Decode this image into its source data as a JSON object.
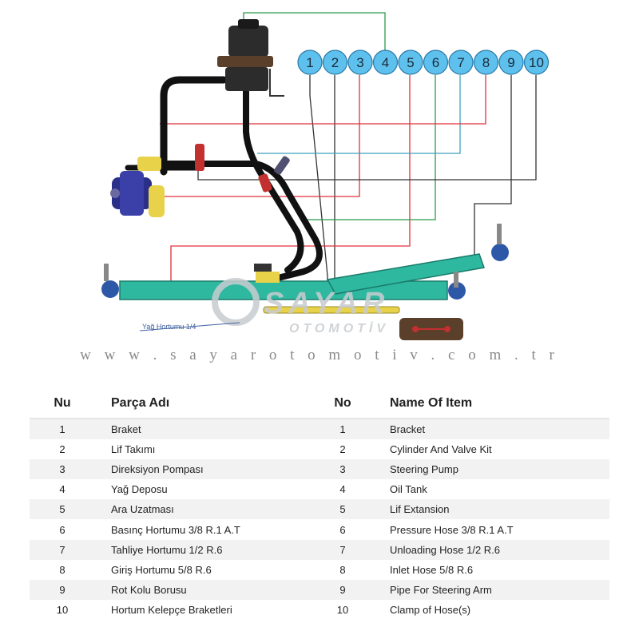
{
  "callouts": [
    "1",
    "2",
    "3",
    "4",
    "5",
    "6",
    "7",
    "8",
    "9",
    "10"
  ],
  "watermark": {
    "brand": "SAYAR",
    "sub": "OTOMOTİV",
    "website": "w w w . s a y a r o t o m o t i v . c o m . t r"
  },
  "hose_label": "Yağ Hortumu 1/4",
  "colors": {
    "callout_fill": "#5ec0ec",
    "hose_black": "#111111",
    "frame_green": "#2fb8a0",
    "lead_red": "#e0303a",
    "lead_green": "#2a9a4a",
    "lead_blue": "#40a0c0",
    "lead_dark": "#333333"
  },
  "table": {
    "headers": {
      "nu": "Nu",
      "parca_adi": "Parça Adı",
      "no": "No",
      "name_of_item": "Name Of Item"
    },
    "rows": [
      {
        "nu": "1",
        "tr": "Braket",
        "no": "1",
        "en": "Bracket"
      },
      {
        "nu": "2",
        "tr": "Lif Takımı",
        "no": "2",
        "en": "Cylinder And Valve Kit"
      },
      {
        "nu": "3",
        "tr": "Direksiyon Pompası",
        "no": "3",
        "en": "Steering Pump"
      },
      {
        "nu": "4",
        "tr": "Yağ Deposu",
        "no": "4",
        "en": "Oil Tank"
      },
      {
        "nu": "5",
        "tr": "Ara Uzatması",
        "no": "5",
        "en": "Lif Extansion"
      },
      {
        "nu": "6",
        "tr": "Basınç Hortumu 3/8 R.1 A.T",
        "no": "6",
        "en": "Pressure Hose 3/8 R.1 A.T"
      },
      {
        "nu": "7",
        "tr": "Tahliye Hortumu 1/2 R.6",
        "no": "7",
        "en": "Unloading Hose 1/2 R.6"
      },
      {
        "nu": "8",
        "tr": "Giriş Hortumu 5/8 R.6",
        "no": "8",
        "en": "Inlet Hose 5/8 R.6"
      },
      {
        "nu": "9",
        "tr": "Rot Kolu Borusu",
        "no": "9",
        "en": "Pipe For Steering Arm"
      },
      {
        "nu": "10",
        "tr": "Hortum Kelepçe Braketleri",
        "no": "10",
        "en": "Clamp of Hose(s)"
      }
    ]
  }
}
